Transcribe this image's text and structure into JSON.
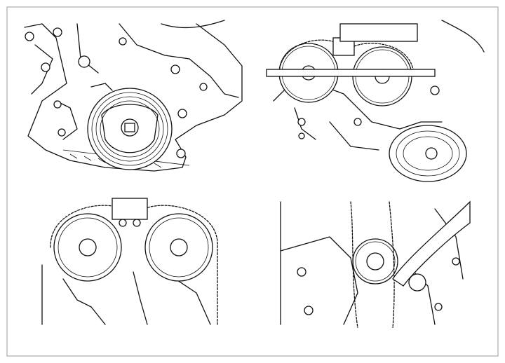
{
  "figure": {
    "panels": [
      {
        "id": "crank-pulley",
        "subject": "crankshaft-pulley-icon"
      },
      {
        "id": "cam-sprockets-holder",
        "subject": "camshaft-sprocket-holder-icon"
      },
      {
        "id": "cam-sprockets-chain",
        "subject": "timing-chain-icon"
      },
      {
        "id": "crank-sprocket-tensioner",
        "subject": "chain-tensioner-icon"
      }
    ],
    "colors": {
      "line": "#111111",
      "background": "#ffffff",
      "border": "#999999"
    }
  }
}
